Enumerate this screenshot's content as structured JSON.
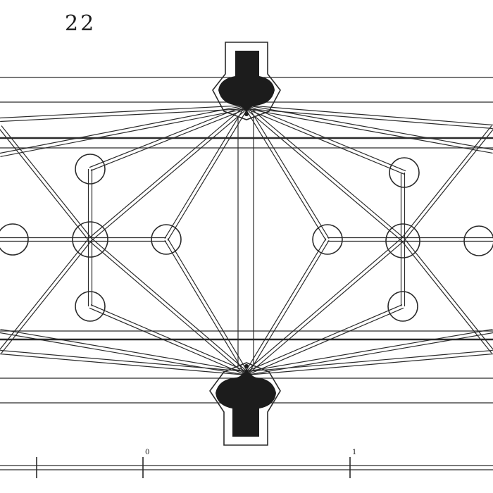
{
  "plate": {
    "number": "22"
  },
  "scale_bar": {
    "labels": [
      "0",
      "1"
    ]
  },
  "colors": {
    "ink": "#2a2a2a",
    "pier_fill": "#1c1c1c",
    "paper": "#ffffff"
  }
}
